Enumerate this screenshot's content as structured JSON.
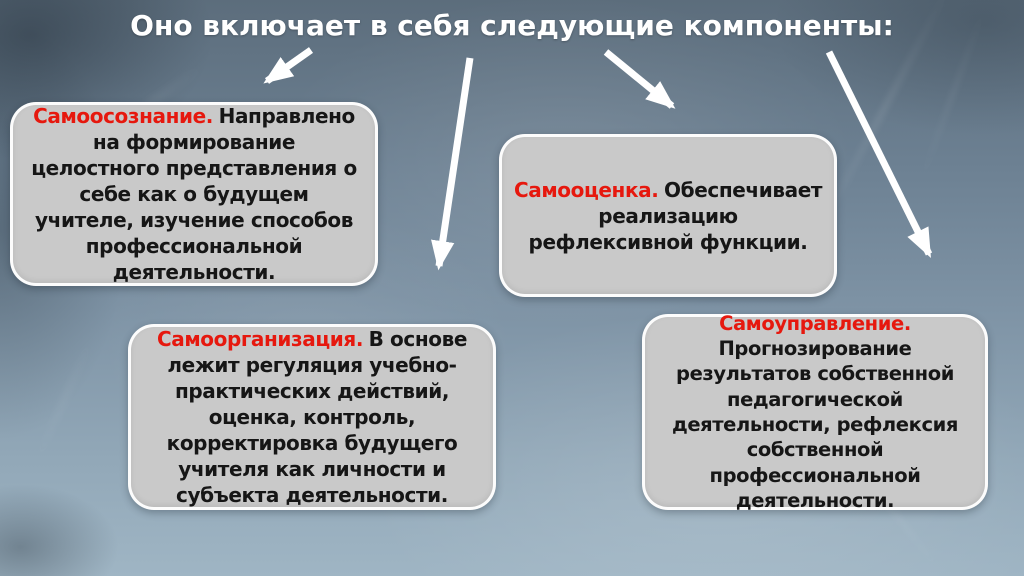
{
  "slide": {
    "title": "Оно включает в себя следующие компоненты:",
    "colors": {
      "term_red": "#e6180e",
      "body_text": "#161616",
      "box_fill": "#c9c9c9",
      "box_border": "#ffffff",
      "title_text": "#ffffff",
      "background_top": "#5c6d7c",
      "background_bottom": "#9fb5c4",
      "arrow": "#ffffff"
    },
    "boxes": [
      {
        "id": "self-awareness",
        "term": "Самоосознание.",
        "description": "Направлено на формирование целостного представления о себе как о будущем учителе, изучение способов профессиональной деятельности."
      },
      {
        "id": "self-assessment",
        "term": "Самооценка.",
        "description": "Обеспечивает реализацию рефлексивной функции."
      },
      {
        "id": "self-organization",
        "term": "Самоорганизация.",
        "description": "В основе лежит регуляция учебно-практических действий, оценка, контроль, корректировка будущего учителя как личности и субъекта деятельности."
      },
      {
        "id": "self-management",
        "term": "Самоуправление.",
        "description": "Прогнозирование результатов собственной педагогической деятельности, рефлексия собственной профессиональной деятельности."
      }
    ]
  }
}
